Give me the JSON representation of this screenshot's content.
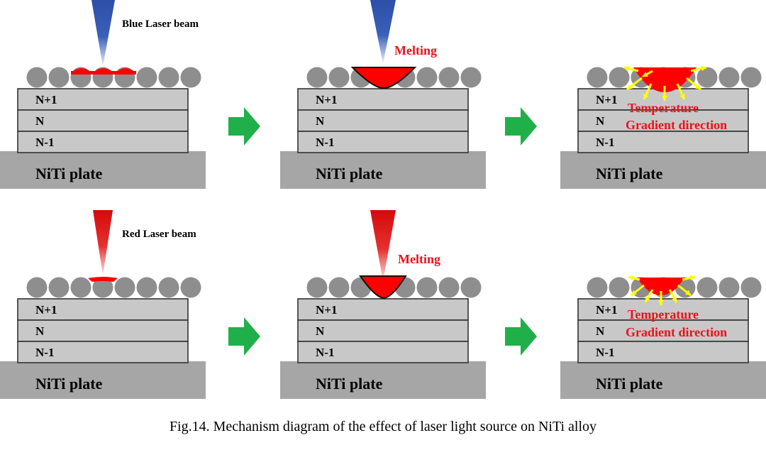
{
  "labels": {
    "layer_top": "N+1",
    "layer_mid": "N",
    "layer_bottom": "N-1",
    "plate": "NiTi plate",
    "blue_beam": "Blue Laser beam",
    "red_beam": "Red Laser beam",
    "melting": "Melting",
    "temperature": "Temperature",
    "gradient": "Gradient direction"
  },
  "caption": "Fig.14. Mechanism diagram of the effect of laser light source on NiTi alloy",
  "colors": {
    "powder": "#8e8e8e",
    "layer": "#c8c8c8",
    "plate": "#a6a6a6",
    "melt": "#ff0000",
    "arrow": "#1fb04a",
    "gradient_arrow": "#ffff00",
    "blue_beam": "#2d4fa8",
    "red_beam": "#e01010"
  },
  "rows": [
    {
      "laser": "blue",
      "beam_label_key": "blue_beam"
    },
    {
      "laser": "red",
      "beam_label_key": "red_beam"
    }
  ]
}
